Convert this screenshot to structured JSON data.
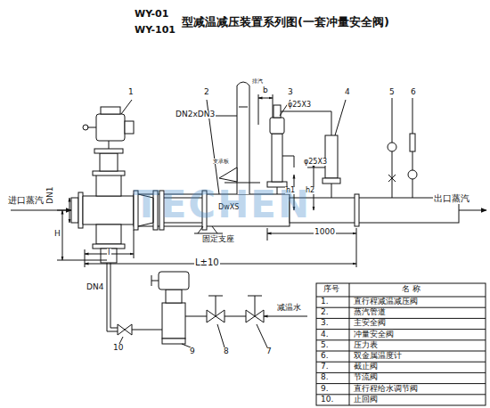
{
  "diagram": {
    "title": "型减温减压装置系列图(一套冲量安全阀)",
    "labels": [
      "WY-01",
      "WY-101",
      "1",
      "2",
      "3",
      "4",
      "5",
      "6",
      "排汽",
      "DN2xDN3",
      "b",
      "φ25X3",
      "φ25X3",
      "支承板",
      "DN1",
      "进口蒸汽",
      "出口蒸汽",
      "DwXS",
      "h1",
      "h2",
      "H",
      "固定支座",
      "1000",
      "l",
      "L±10",
      "DN4",
      "减温水",
      "7",
      "8",
      "9",
      "10",
      "TECHEN",
      "序号",
      "名 称",
      "1.",
      "直行程减温减压阀",
      "2.",
      "蒸汽管道",
      "3.",
      "主安全阀",
      "4.",
      "冲量安全阀",
      "5.",
      "压力表",
      "6.",
      "双金属温度计",
      "7.",
      "截止阀",
      "8.",
      "节流阀",
      "9.",
      "直行程给水调节阀",
      "10.",
      "止回阀"
    ]
  }
}
